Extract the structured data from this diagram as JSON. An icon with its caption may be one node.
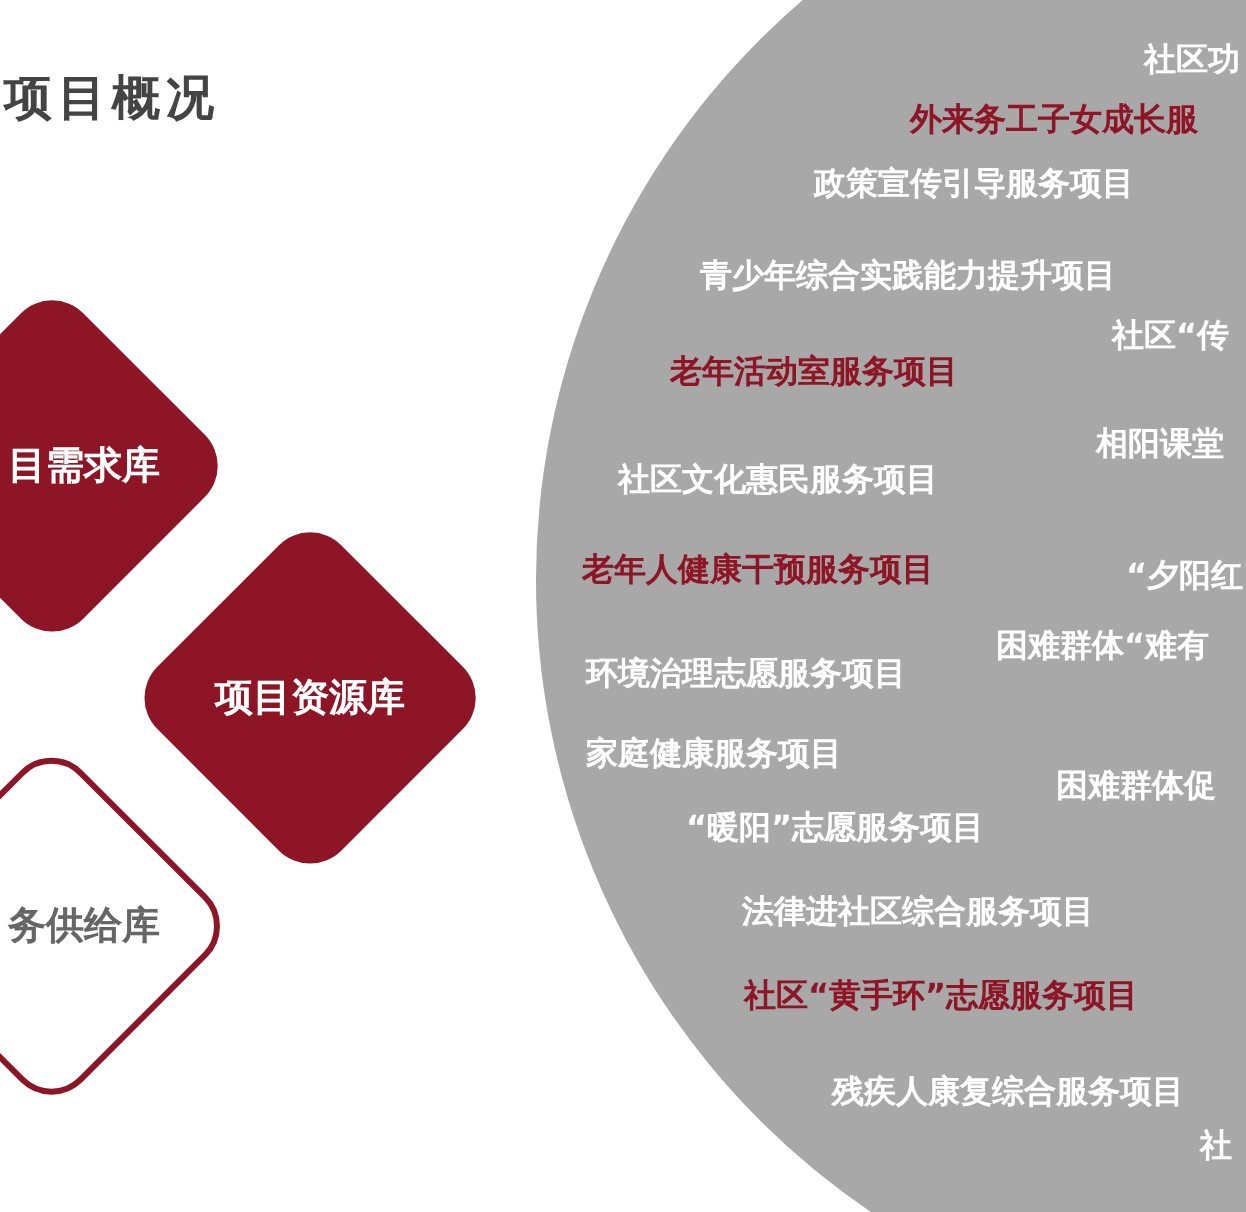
{
  "diagram": {
    "title": "项目概况",
    "nodes": [
      {
        "text": [
          "目需求库"
        ]
      },
      {
        "text": [
          "项目资源库"
        ]
      },
      {
        "text": [
          "务供给库"
        ]
      },
      {
        "text": [],
        "shape": "circle"
      },
      {
        "text": [
          "社区功"
        ],
        "in": 3
      },
      {
        "text": [
          "外来务工子女成长服"
        ],
        "in": 3
      },
      {
        "text": [
          "政策宣传引导服务项目"
        ],
        "in": 3
      },
      {
        "text": [
          "青少年综合实践能力提升项目"
        ],
        "in": 3
      },
      {
        "text": [
          "社区“传"
        ],
        "in": 3
      },
      {
        "text": [
          "老年活动室服务项目"
        ],
        "in": 3
      },
      {
        "text": [
          "相阳课堂"
        ],
        "in": 3
      },
      {
        "text": [
          "社区文化惠民服务项目"
        ],
        "in": 3
      },
      {
        "text": [
          "老年人健康干预服务项目"
        ],
        "in": 3
      },
      {
        "text": [
          "“夕阳红"
        ],
        "in": 3
      },
      {
        "text": [
          "环境治理志愿服务项目"
        ],
        "in": 3
      },
      {
        "text": [
          "困难群体“难有"
        ],
        "in": 3
      },
      {
        "text": [
          "家庭健康服务项目"
        ],
        "in": 3
      },
      {
        "text": [
          "困难群体促"
        ],
        "in": 3
      },
      {
        "text": [
          "“暖阳”志愿服务项目"
        ],
        "in": 3
      },
      {
        "text": [
          "法律进社区综合服务项目"
        ],
        "in": 3
      },
      {
        "text": [
          "社区“黄手环”志愿服务项目"
        ],
        "in": 3
      },
      {
        "text": [
          "残疾人康复综合服务项目"
        ],
        "in": 3
      },
      {
        "text": [
          "社"
        ],
        "in": 3
      }
    ]
  }
}
